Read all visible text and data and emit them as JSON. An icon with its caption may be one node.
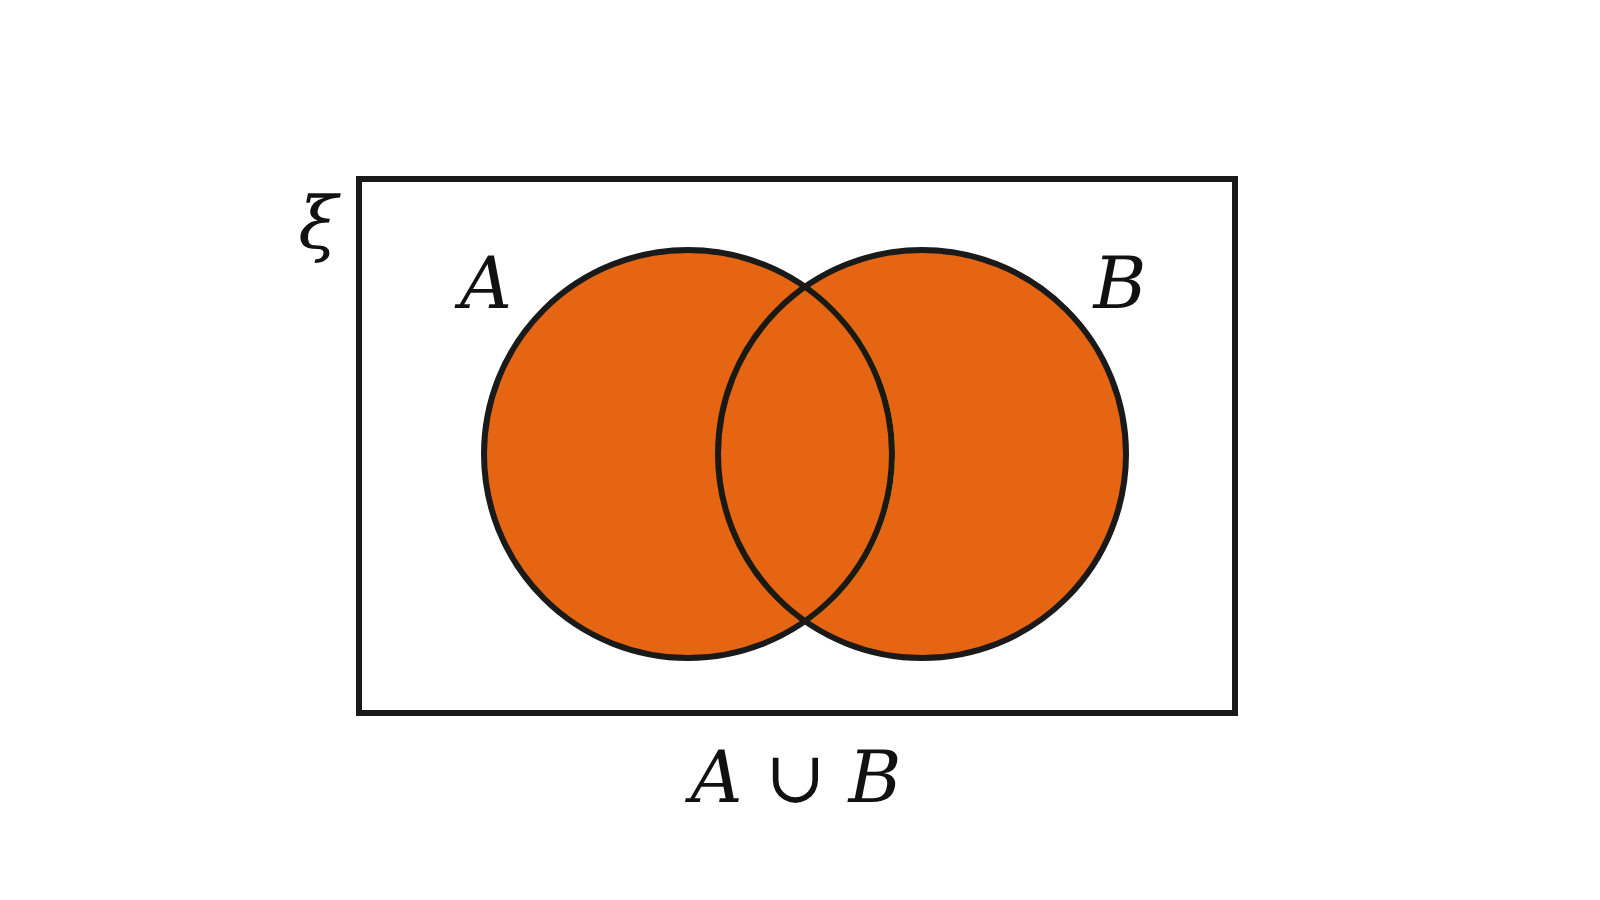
{
  "diagram": {
    "caption": "A ∪ B",
    "nodes": [
      {
        "text": [
          "ξ"
        ]
      },
      {
        "text": [
          "A"
        ],
        "in": 0
      },
      {
        "text": [
          "B"
        ],
        "in": 0
      }
    ]
  }
}
